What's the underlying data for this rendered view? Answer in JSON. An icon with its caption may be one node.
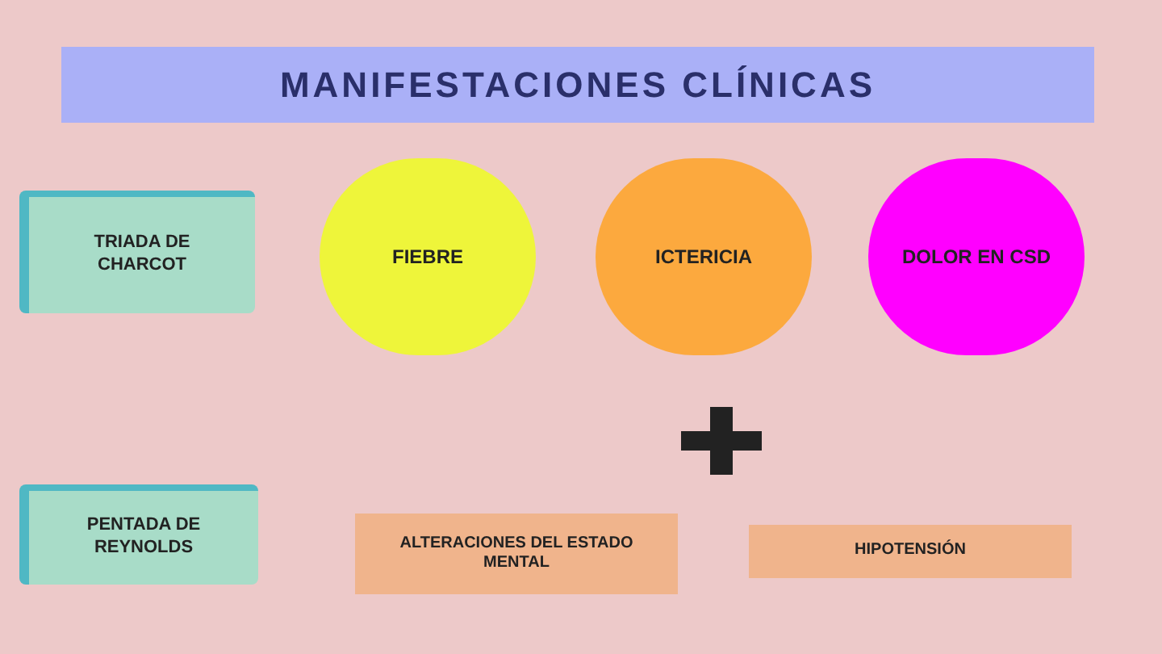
{
  "diagram": {
    "title": "MANIFESTACIONES CLÍNICAS",
    "nodes": [
      {
        "text": [
          "TRIADA DE CHARCOT"
        ]
      },
      {
        "text": [
          "FIEBRE"
        ]
      },
      {
        "text": [
          "ICTERICIA"
        ]
      },
      {
        "text": [
          "DOLOR EN CSD"
        ]
      },
      {
        "text": [
          "PENTADA DE REYNOLDS"
        ]
      },
      {
        "text": [
          "ALTERACIONES DEL ESTADO MENTAL"
        ]
      },
      {
        "text": [
          "HIPOTENSIÓN"
        ]
      }
    ]
  }
}
